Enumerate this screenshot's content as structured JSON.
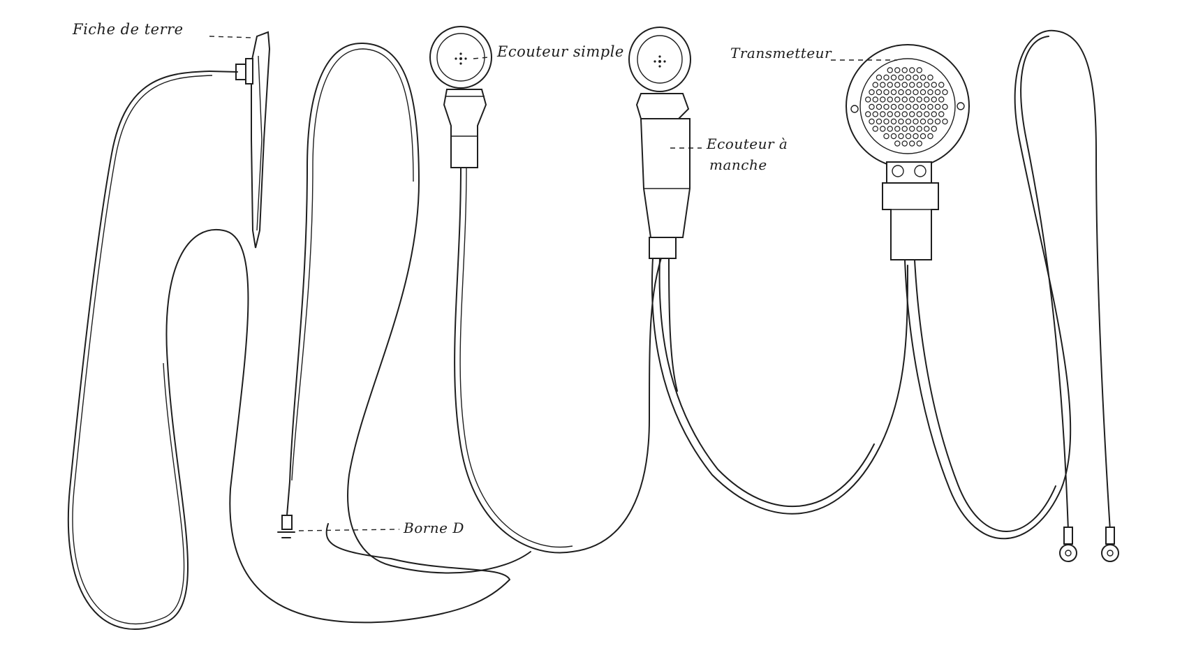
{
  "labels": {
    "fiche_de_terre": "Fiche de terre",
    "ecouteur_simple": "Ecouteur simple",
    "transmetteur": "Transmetteur",
    "ecouteur_manche_line1": "Ecouteur à",
    "ecouteur_manche_line2": "manche",
    "borne_d": "Borne D"
  },
  "colors": {
    "ink": "#1e1e1e",
    "paper": "#ffffff"
  }
}
